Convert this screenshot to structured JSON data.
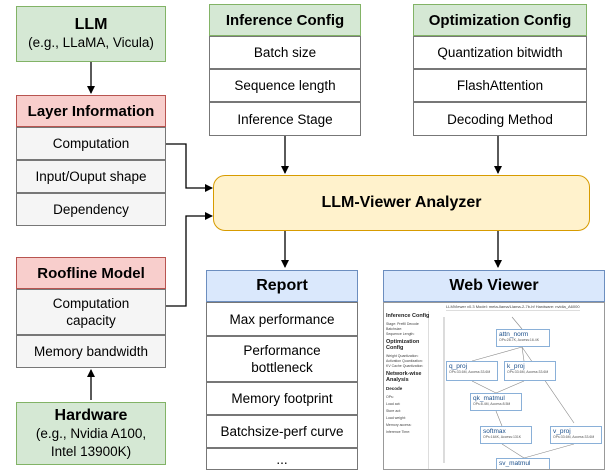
{
  "llm": {
    "title": "LLM",
    "subtitle": "(e.g., LLaMA, Vicula)"
  },
  "layer_information": {
    "title": "Layer Information",
    "items": [
      "Computation",
      "Input/Ouput shape",
      "Dependency"
    ]
  },
  "roofline_model": {
    "title": "Roofline Model",
    "items": [
      "Computation capacity",
      "Memory bandwidth"
    ]
  },
  "hardware": {
    "title": "Hardware",
    "subtitle": "(e.g., Nvidia A100, Intel 13900K)"
  },
  "inference_config": {
    "title": "Inference Config",
    "items": [
      "Batch size",
      "Sequence length",
      "Inference Stage"
    ]
  },
  "optimization_config": {
    "title": "Optimization Config",
    "items": [
      "Quantization bitwidth",
      "FlashAttention",
      "Decoding Method"
    ]
  },
  "analyzer": {
    "title": "LLM-Viewer Analyzer"
  },
  "report": {
    "title": "Report",
    "items": [
      "Max performance",
      "Performance bottleneck",
      "Memory footprint",
      "Batchsize-perf curve",
      "..."
    ]
  },
  "web_viewer": {
    "title": "Web Viewer",
    "screenshot": {
      "toolbar": "LLMViewer v0.3  Model: meta-llama/Llama-2-7b-hf  Hardware: nvidia_A6000",
      "sidebar": [
        "Inference Config",
        "Stage:  Prefill  Decode",
        "Batchsize:",
        "Sequence Length:",
        "Optimization Config",
        "Weight Quantization:",
        "Activation Quantization:",
        "KV Cache Quantization:",
        "Network-wise Analysis",
        "Decode",
        "OPs:",
        "Load act:",
        "Store act:",
        "Load weight:",
        "Memory access:",
        "Inference Time:"
      ],
      "nodes": [
        {
          "name": "attn_norm",
          "stats": "OPs:28.7K, Access:16.4K"
        },
        {
          "name": "q_proj",
          "stats": "OPs:33.6M, Access:33.6M"
        },
        {
          "name": "k_proj",
          "stats": "OPs:33.6M, Access:33.6M"
        },
        {
          "name": "qk_matmul",
          "stats": "OPs:8.4M, Access:8.5M"
        },
        {
          "name": "softmax",
          "stats": "OPs:164K, Access:131K"
        },
        {
          "name": "v_proj",
          "stats": "OPs:33.6M, Access:33.6M"
        },
        {
          "name": "sv_matmul",
          "stats": ""
        }
      ]
    }
  },
  "colors": {
    "green": "#d5e8d4",
    "red": "#f8cecc",
    "blue": "#dae8fc",
    "orange": "#fff2cc",
    "grey": "#f5f5f5"
  }
}
